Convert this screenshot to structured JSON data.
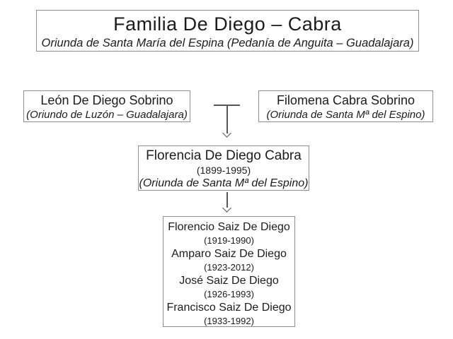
{
  "diagram": {
    "title_box": {
      "title": "Familia De Diego – Cabra",
      "subtitle": "Oriunda de Santa María del Espina (Pedanía de Anguita – Guadalajara)"
    },
    "parents": [
      {
        "name": "León De Diego Sobrino",
        "origin": "(Oriundo de Luzón – Guadalajara)"
      },
      {
        "name": "Filomena Cabra Sobrino",
        "origin": "(Oriunda de Santa Mª del Espino)"
      }
    ],
    "child": {
      "name": "Florencia De Diego Cabra",
      "years": "(1899-1995)",
      "origin": "(Oriunda de Santa Mª del Espino)"
    },
    "grandchildren": [
      {
        "name": "Florencio Saiz De Diego",
        "years": "(1919-1990)"
      },
      {
        "name": "Amparo Saiz De Diego",
        "years": "(1923-2012)"
      },
      {
        "name": "José Saiz De Diego",
        "years": "(1926-1993)"
      },
      {
        "name": "Francisco Saiz De Diego",
        "years": "(1933-1992)"
      }
    ],
    "colors": {
      "background": "#ffffff",
      "box_border": "#8f8f8f",
      "text": "#1c1c1c",
      "connector": "#565656"
    }
  }
}
